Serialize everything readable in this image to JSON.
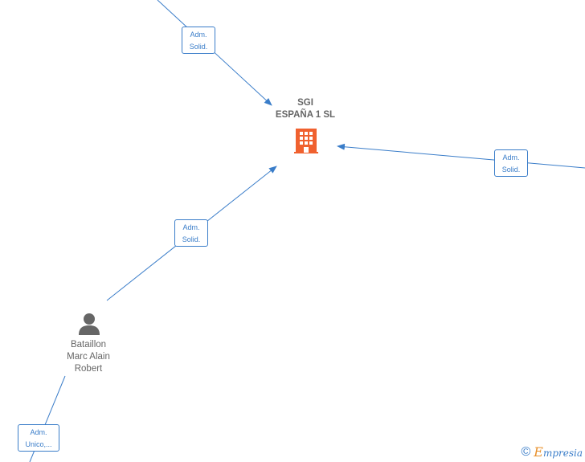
{
  "company": {
    "name_line1": "SGI",
    "name_line2": "ESPAÑA 1  SL",
    "icon": "building-icon",
    "icon_color": "#f0612f"
  },
  "person": {
    "name_line1": "Bataillon",
    "name_line2": "Marc Alain",
    "name_line3": "Robert",
    "icon": "person-icon",
    "icon_color": "#666666"
  },
  "edges": {
    "top": {
      "line1": "Adm.",
      "line2": "Solid."
    },
    "right": {
      "line1": "Adm.",
      "line2": "Solid."
    },
    "person": {
      "line1": "Adm.",
      "line2": "Solid."
    },
    "bottom": {
      "line1": "Adm.",
      "line2": "Unico,..."
    }
  },
  "edge_color": "#3a7dc9",
  "footer": {
    "copyright_symbol": "©",
    "brand_initial": "E",
    "brand_rest": "mpresia"
  }
}
